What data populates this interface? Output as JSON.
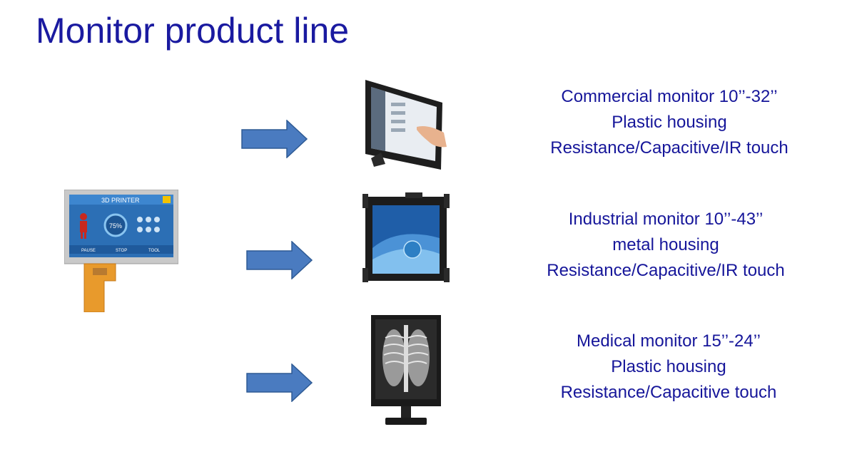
{
  "slide": {
    "title": "Monitor product line"
  },
  "lcd_module": {
    "screen_title": "3D PRINTER",
    "progress_label": "75%",
    "progress": 0.75,
    "buttons": [
      "PAUSE",
      "STOP",
      "TOOL"
    ]
  },
  "products": [
    {
      "name": "Commercial monitor 10’’-32’’",
      "housing": "Plastic housing",
      "touch": "Resistance/Capacitive/IR touch"
    },
    {
      "name": "Industrial monitor 10’’-43’’",
      "housing": "metal housing",
      "touch": "Resistance/Capacitive/IR touch"
    },
    {
      "name": "Medical monitor 15’’-24’’",
      "housing": "Plastic housing",
      "touch": "Resistance/Capacitive touch"
    }
  ],
  "colors": {
    "title": "#1a1aa0",
    "text": "#16169a",
    "arrow_fill": "#4a7bc0",
    "arrow_stroke": "#2e5a94"
  }
}
